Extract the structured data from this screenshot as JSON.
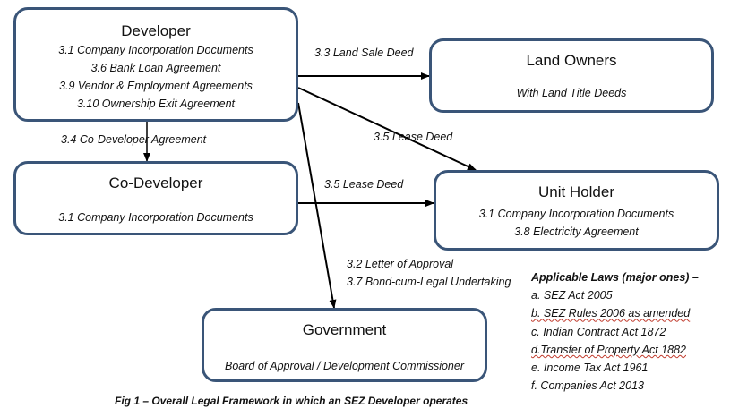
{
  "developer": {
    "title": "Developer",
    "lines": [
      "3.1 Company  Incorporation Documents",
      "3.6 Bank Loan Agreement",
      "3.9 Vendor & Employment Agreements",
      "3.10 Ownership Exit Agreement"
    ]
  },
  "land_owners": {
    "title": "Land Owners",
    "subtitle": "With Land Title Deeds"
  },
  "co_developer": {
    "title": "Co-Developer",
    "subtitle": "3.1 Company  Incorporation Documents"
  },
  "unit_holder": {
    "title": "Unit Holder",
    "lines": [
      "3.1 Company  Incorporation Documents",
      "3.8 Electricity Agreement"
    ]
  },
  "government": {
    "title": "Government",
    "subtitle": "Board of Approval / Development Commissioner"
  },
  "edges": {
    "land_sale": "3.3 Land Sale Deed",
    "co_dev": "3.4 Co-Developer  Agreement",
    "lease_dev": "3.5 Lease Deed",
    "lease_codev": "3.5 Lease Deed",
    "gov_1": "3.2 Letter of Approval",
    "gov_2": "3.7 Bond-cum-Legal  Undertaking"
  },
  "laws": {
    "heading": "Applicable  Laws (major ones) –",
    "items": [
      "a. SEZ Act 2005",
      "b. SEZ Rules 2006 as amended",
      "c. Indian Contract Act 1872",
      "d.Transfer of Property Act 1882",
      "e. Income Tax Act 1961",
      "f. Companies  Act 2013"
    ]
  },
  "caption": "Fig 1 – Overall Legal Framework  in which  an SEZ Developer operates",
  "colors": {
    "box_border": "#3a5578",
    "arrow": "#000000"
  }
}
